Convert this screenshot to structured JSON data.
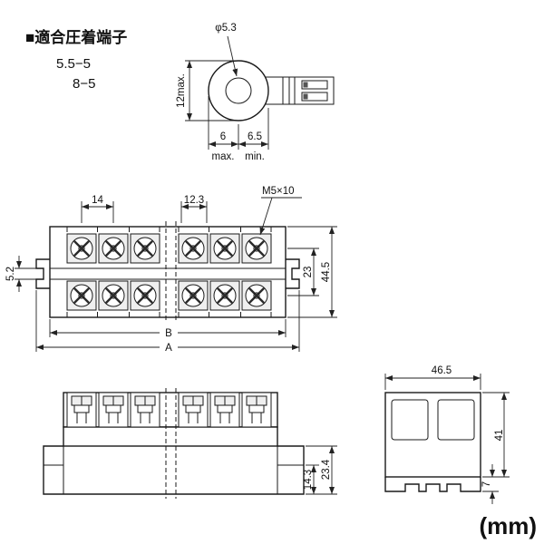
{
  "title_block": {
    "heading": "■適合圧着端子",
    "size_1": "5.5−5",
    "size_2": "8−5"
  },
  "crimp_view": {
    "hole_dia": "φ5.3",
    "ring_od": "12max.",
    "dim_a": "6",
    "dim_a_note": "max.",
    "dim_b": "6.5",
    "dim_b_note": "min."
  },
  "front_view": {
    "pitch": "14",
    "end_gap": "12.3",
    "screw_spec": "M5×10",
    "slot": "5.2",
    "row_pitch": "23",
    "height": "44.5",
    "width_b": "B",
    "width_a": "A"
  },
  "side_view": {
    "base": "14.3",
    "lower": "23.4"
  },
  "end_view": {
    "width": "46.5",
    "height": "41",
    "foot": "7"
  },
  "units": "(mm)"
}
